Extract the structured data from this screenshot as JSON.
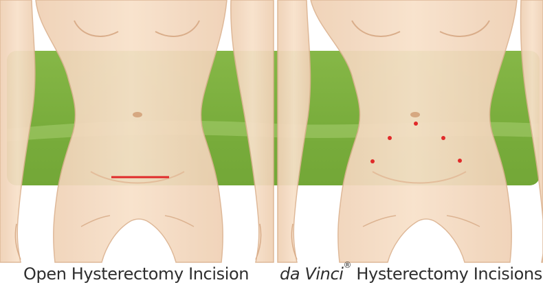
{
  "captions": {
    "open": "Open Hysterectomy Incision",
    "davinci_brand": "da Vinci",
    "davinci_mark": "®",
    "davinci_rest": " Hysterectomy Incisions"
  },
  "colors": {
    "band": "#7fb142",
    "band_light": "#a9cf73",
    "skin": "#f6dcc4",
    "skin_shadow": "#e9c4a5",
    "outline": "#d9ad8a",
    "incision": "#e02a2a"
  },
  "figures": [
    {
      "label": "open",
      "incision_type": "line",
      "incision_count": 1
    },
    {
      "label": "da-vinci",
      "incision_type": "dots",
      "incision_count": 5
    }
  ]
}
